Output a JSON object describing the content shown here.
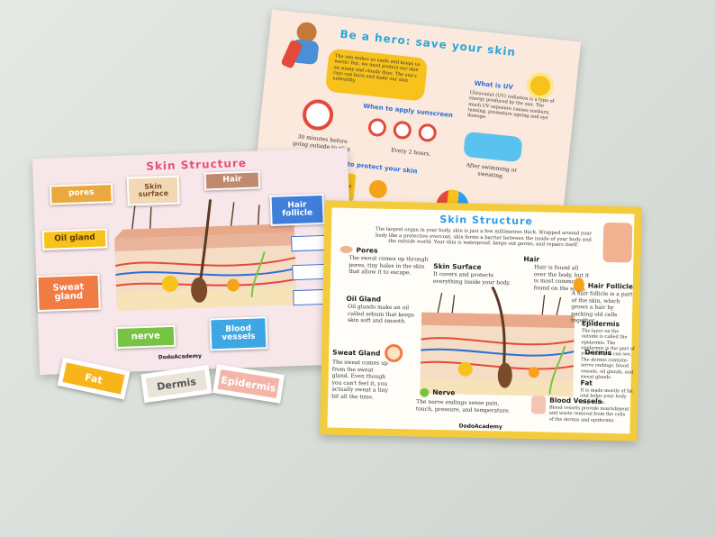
{
  "back_sheet": {
    "title": "Be a hero: save your skin",
    "bubble_text": "The sun makes us smile and keeps us warm! But, we must protect our skin on sunny and cloudy days. The sun's rays can burn and make our skin unhealthy.",
    "what_is_uv": "What is UV",
    "uv_text": "Ultraviolet (UV) radiation is a type of energy produced by the sun. Too much UV exposure causes sunburn, tanning, premature ageing and eye damage.",
    "when_title": "When to apply sunscreen",
    "before_text": "30 minutes before going outside to play.",
    "every_text": "Every 2 hours.",
    "after_text": "After swimming or sweating.",
    "protect_title": "w to protect your skin",
    "spf_label": "SPF"
  },
  "left_sheet": {
    "title": "Skin Structure",
    "cards": {
      "pores": "pores",
      "skin_surface": "Skin surface",
      "hair": "Hair",
      "hair_follicle": "Hair follicle",
      "oil_gland": "Oil gland",
      "sweat_gland": "Sweat gland",
      "nerve": "nerve",
      "blood_vessels": "Blood vessels"
    },
    "brand": "DodoAcademy"
  },
  "loose_cards": {
    "fat": "Fat",
    "dermis": "Dermis",
    "epidermis": "Epidermis"
  },
  "right_sheet": {
    "title": "Skin Structure",
    "intro": "The largest organ in your body, skin is just a few millimetres thick. Wrapped around your body like a protective overcoat, skin forms a barrier between the inside of your body and the outside world. Your skin is waterproof, keeps out germs, and repairs itself.",
    "pores_label": "Pores",
    "pores_text": "The sweat comes up through pores, tiny holes in the skin that allow it to escape.",
    "skin_surface_label": "Skin Surface",
    "skin_surface_text": "It covers and protects everything inside your body.",
    "hair_label": "Hair",
    "hair_text": "Hair is found all over the body, but it is most commonly found on the scalp.",
    "hair_follicle_label": "Hair Follicle",
    "hair_follicle_text": "A hair follicle is a part of the skin, which grows a hair by packing old cells together.",
    "oil_gland_label": "Oil Gland",
    "oil_gland_text": "Oil glands make an oil called sebum that keeps skin soft and smooth.",
    "epidermis_label": "Epidermis",
    "epidermis_text": "The layer on the outside is called the epidermis. The epidermis is the part of your skin you can see.",
    "dermis_label": "Dermis",
    "dermis_text": "The dermis contains nerve endings, blood vessels, oil glands, and sweat glands.",
    "fat_label": "Fat",
    "fat_text": "It is made mostly of fat and helps your body stay warm.",
    "sweat_gland_label": "Sweat Gland",
    "sweat_gland_text": "The sweat comes up from the sweat gland. Even though you can't feel it, you actually sweat a tiny bit all the time.",
    "nerve_label": "Nerve",
    "nerve_text": "The nerve endings sense pain, touch, pressure, and temperature.",
    "blood_vessels_label": "Blood Vessels",
    "blood_vessels_text": "Blood vessels provide nourishment and waste removal from the cells of the dermis and epidermis.",
    "brand": "DodoAcademy"
  },
  "colors": {
    "pores_card": "#e9a93f",
    "skin_surface_card": "#f3d8b5",
    "hair_card": "#c08a6f",
    "hair_follicle_card": "#3f7fd9",
    "oil_gland_card": "#f7c21c",
    "sweat_gland_card": "#f07b43",
    "nerve_card": "#76c442",
    "blood_vessels_card": "#3ea7e3",
    "fat_card": "#f8b51b",
    "dermis_card": "#e9e3d9",
    "epidermis_card": "#f3b5a8",
    "frame_yellow": "#f4cb3a"
  }
}
